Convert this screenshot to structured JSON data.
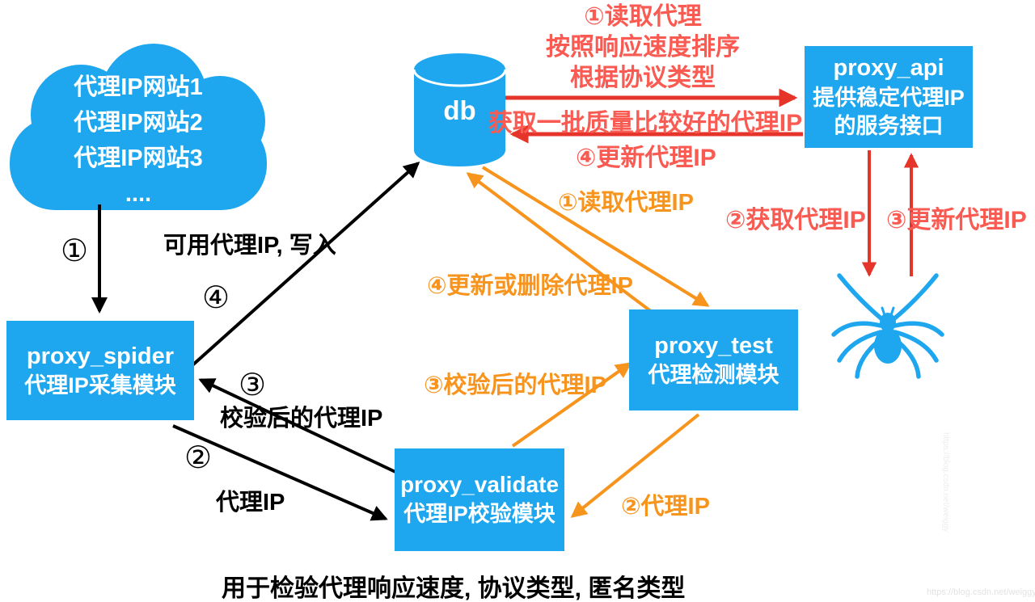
{
  "colors": {
    "node_blue": "#1ea7ee",
    "red_label": "#f95a52",
    "red_arrow": "#e5352b",
    "orange": "#f7941d",
    "black": "#000000"
  },
  "cloud": {
    "lines": [
      "代理IP网站1",
      "代理IP网站2",
      "代理IP网站3",
      "...."
    ]
  },
  "db": {
    "label": "db"
  },
  "nodes": {
    "proxy_api": {
      "lines": [
        "proxy_api",
        "提供稳定代理IP",
        "的服务接口"
      ]
    },
    "proxy_spider": {
      "lines": [
        "proxy_spider",
        "代理IP采集模块"
      ]
    },
    "proxy_test": {
      "lines": [
        "proxy_test",
        "代理检测模块"
      ]
    },
    "proxy_validate": {
      "lines": [
        "proxy_validate",
        "代理IP校验模块"
      ]
    }
  },
  "labels": {
    "red_read_sort": [
      "①读取代理",
      "按照响应速度排序",
      "根据协议类型"
    ],
    "red_fetch_quality": "获取一批质量比较好的代理IP",
    "red_update_db": "④更新代理IP",
    "red_get_proxy": "②获取代理IP",
    "red_update_proxy": "③更新代理IP",
    "orange_read": "①读取代理IP",
    "orange_update_delete": "④更新或删除代理IP",
    "orange_validated": "③校验后的代理IP",
    "orange_proxy": "②代理IP",
    "black_step1": "①",
    "black_usable_write": "可用代理IP, 写入",
    "black_step4": "④",
    "black_step3": "③",
    "black_validated": "校验后的代理IP",
    "black_step2": "②",
    "black_proxy": "代理IP",
    "bottom_note": "用于检验代理响应速度, 协议类型, 匿名类型",
    "watermark": "https://blog.csdn.net/weiggy"
  }
}
